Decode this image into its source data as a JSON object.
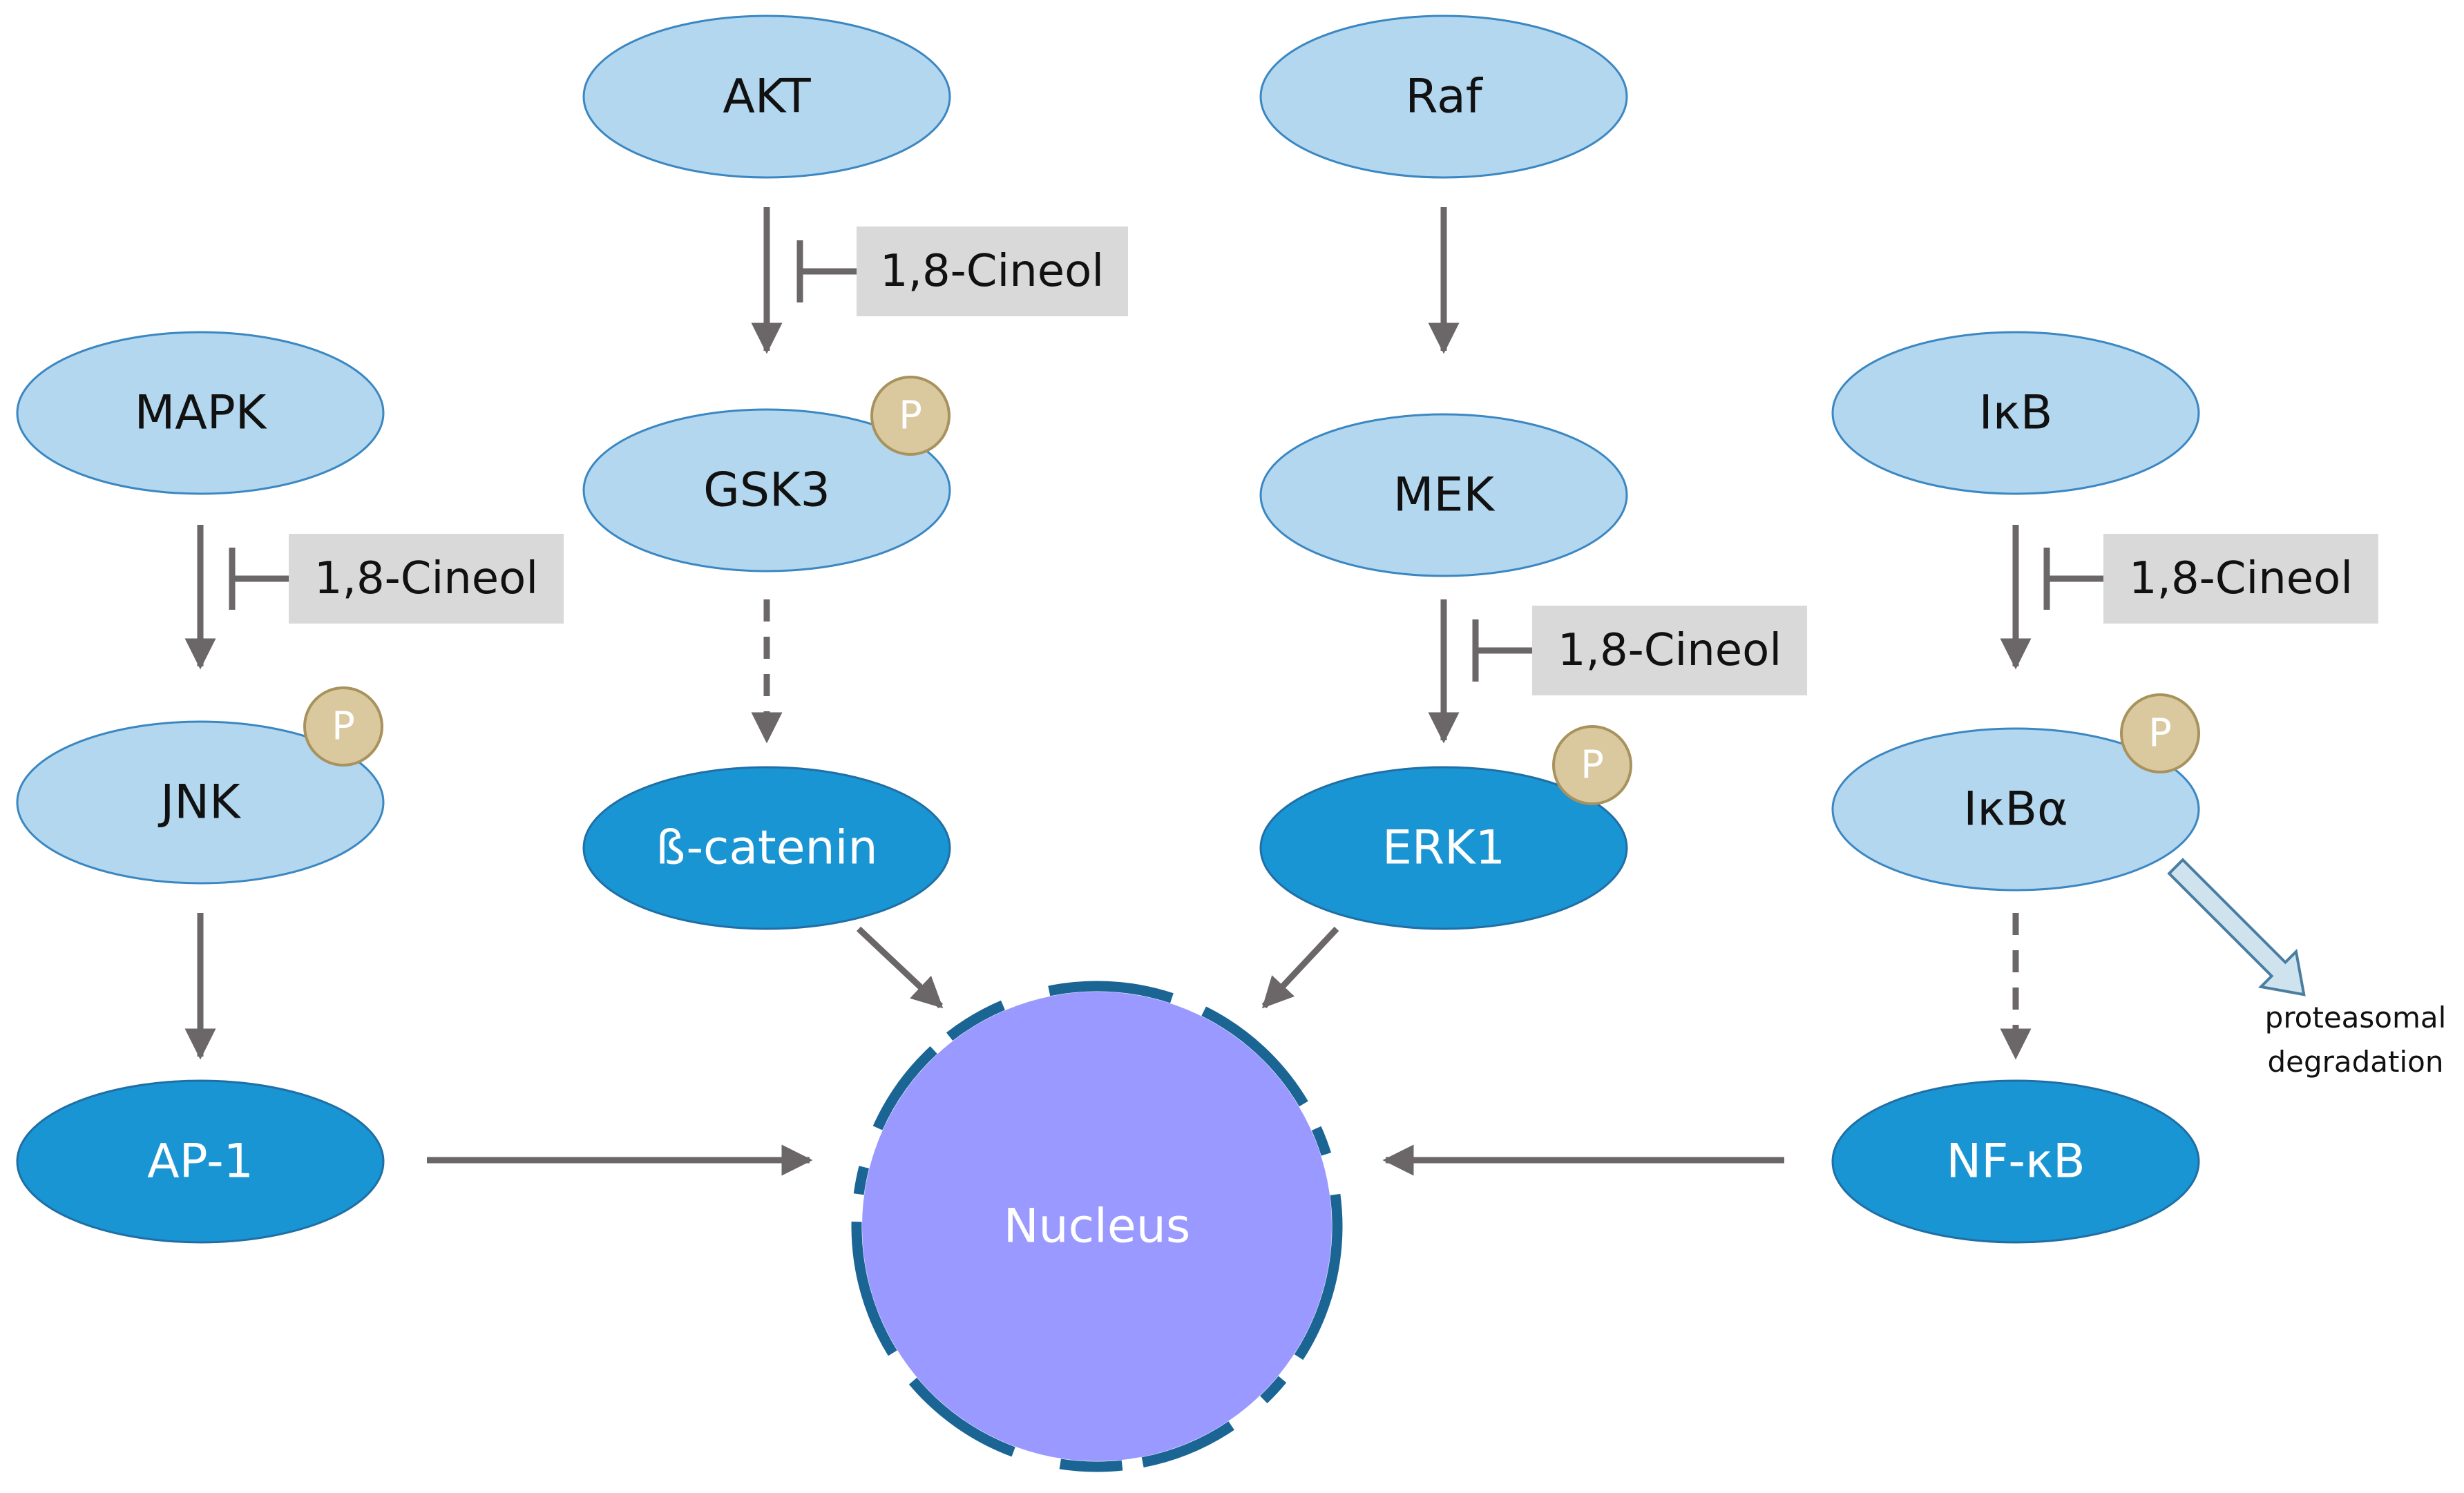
{
  "nodes": {
    "akt": "AKT",
    "raf": "Raf",
    "mapk": "MAPK",
    "gsk3": "GSK3",
    "mek": "MEK",
    "ikb": "IκB",
    "jnk": "JNK",
    "catenin": "ß-catenin",
    "erk1": "ERK1",
    "ikba": "IκBα",
    "ap1": "AP-1",
    "nfkb": "NF-κB",
    "nucleus": "Nucleus"
  },
  "phospho_label": "P",
  "inhibitor_label": "1,8-Cineol",
  "degradation_note": [
    "proteasomal",
    "degradation"
  ],
  "colors": {
    "light_node": "#b3d7ef",
    "light_node_stroke": "#3b87c2",
    "dark_node": "#1a95d3",
    "phospho": "#dac99e",
    "phospho_stroke": "#a8925d",
    "arrow": "#6b6667",
    "inhibitor_box": "#d9d9d9",
    "nucleus_fill": "#9999ff",
    "nucleus_ring": "#1b6594",
    "degradation_arrow_fill": "#cfe3ee",
    "degradation_arrow_stroke": "#4a7ea1"
  }
}
